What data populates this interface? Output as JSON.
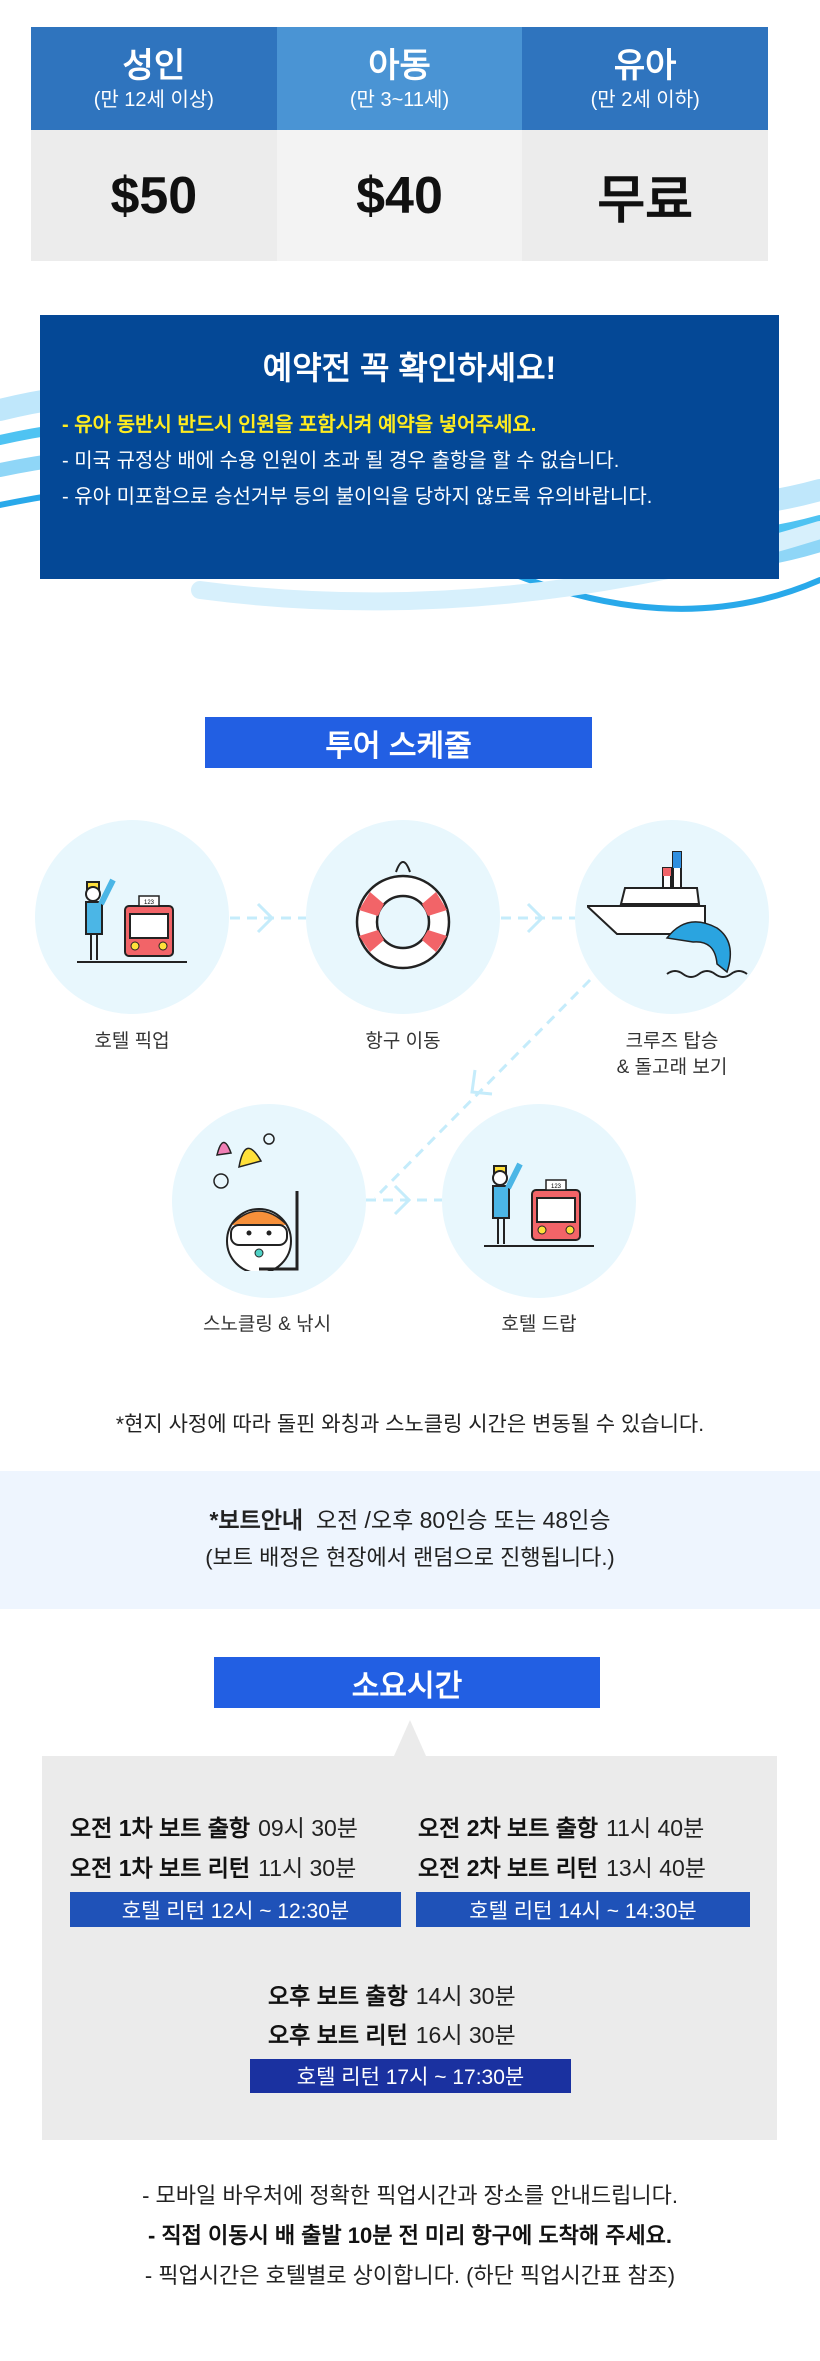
{
  "price_table": [
    {
      "label": "성인",
      "age": "(만 12세 이상)",
      "price": "$50"
    },
    {
      "label": "아동",
      "age": "(만 3~11세)",
      "price": "$40"
    },
    {
      "label": "유아",
      "age": "(만 2세 이하)",
      "price": "무료"
    }
  ],
  "notice": {
    "title": "예약전 꼭 확인하세요!",
    "lines": [
      "- 유아 동반시 반드시 인원을 포함시켜 예약을 넣어주세요.",
      "- 미국 규정상 배에 수용 인원이 초과 될 경우 출항을 할 수 없습니다.",
      "- 유아 미포함으로 승선거부 등의 불이익을 당하지 않도록 유의바랍니다."
    ],
    "highlight_color": "#ffec1f"
  },
  "schedule": {
    "title": "투어 스케줄",
    "steps": [
      {
        "label": "호텔 픽업",
        "icon": "person-bus-icon"
      },
      {
        "label": "항구 이동",
        "icon": "lifebuoy-icon"
      },
      {
        "label": "크루즈 탑승",
        "label2": "& 돌고래 보기",
        "icon": "ship-dolphin-icon"
      },
      {
        "label": "스노클링 & 낚시",
        "icon": "snorkel-icon"
      },
      {
        "label": "호텔 드랍",
        "icon": "person-bus-icon"
      }
    ],
    "bus_number": "123",
    "disclaimer": "*현지 사정에 따라 돌핀 와칭과 스노클링 시간은 변동될 수 있습니다."
  },
  "boat_info": {
    "label": "*보트안내",
    "text": "오전 /오후 80인승 또는 48인승",
    "sub": "(보트 배정은 현장에서 랜덤으로 진행됩니다.)"
  },
  "duration": {
    "title": "소요시간",
    "am1": {
      "depart_label": "오전 1차 보트 출항",
      "depart_time": "09시 30분",
      "return_label": "오전 1차 보트 리턴",
      "return_time": "11시 30분",
      "hotel": "호텔 리턴 12시 ~ 12:30분"
    },
    "am2": {
      "depart_label": "오전 2차 보트 출항",
      "depart_time": "11시 40분",
      "return_label": "오전 2차 보트 리턴",
      "return_time": "13시 40분",
      "hotel": "호텔 리턴 14시 ~ 14:30분"
    },
    "pm": {
      "depart_label": "오후 보트 출항",
      "depart_time": "14시 30분",
      "return_label": "오후 보트 리턴",
      "return_time": "16시 30분",
      "hotel": "호텔 리턴 17시 ~ 17:30분"
    }
  },
  "notes": [
    "- 모바일 바우처에 정확한 픽업시간과 장소를 안내드립니다.",
    "- 직접 이동시 배 출발 10분 전 미리 항구에 도착해 주세요.",
    "- 픽업시간은 호텔별로 상이합니다. (하단 픽업시간표 참조)"
  ]
}
